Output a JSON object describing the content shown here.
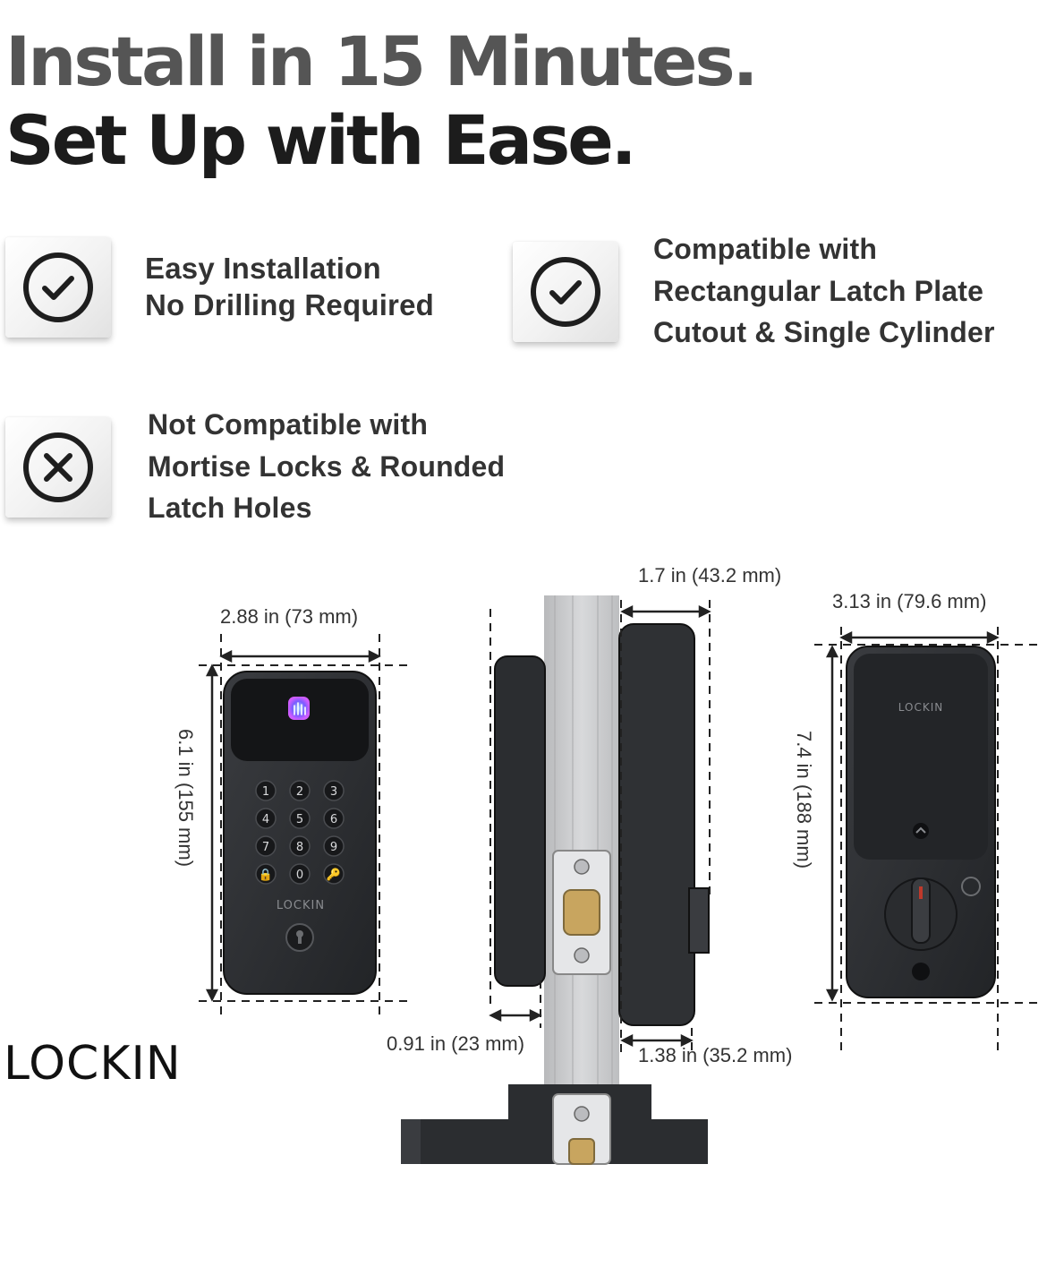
{
  "headline": {
    "line1": "Install in 15 Minutes.",
    "line2": "Set Up with Ease."
  },
  "features": [
    {
      "icon": "check-circle-icon",
      "lines": [
        "Easy Installation",
        "No Drilling Required"
      ]
    },
    {
      "icon": "check-circle-icon",
      "lines": [
        "Compatible with",
        "Rectangular Latch Plate",
        "Cutout & Single Cylinder"
      ]
    },
    {
      "icon": "x-circle-icon",
      "lines": [
        "Not Compatible with",
        "Mortise Locks & Rounded",
        "Latch Holes"
      ]
    }
  ],
  "dimensions": {
    "front_width": "2.88 in (73 mm)",
    "front_height": "6.1 in (155 mm)",
    "side_depth_total": "1.7 in (43.2 mm)",
    "side_exterior_depth": "0.91 in (23 mm)",
    "side_interior_depth": "1.38 in (35.2 mm)",
    "back_width": "3.13 in (79.6 mm)",
    "back_height": "7.4 in (188 mm)"
  },
  "keypad": [
    "1",
    "2",
    "3",
    "4",
    "5",
    "6",
    "7",
    "8",
    "9",
    "🔒",
    "0",
    "🔑"
  ],
  "device_brand": "LOCKIN",
  "brand": "LOCKIN",
  "colors": {
    "device_body": "#2e3033",
    "device_face": "#1f2124",
    "door_edge": "#c9cacc",
    "accent_red": "#c0392b"
  }
}
